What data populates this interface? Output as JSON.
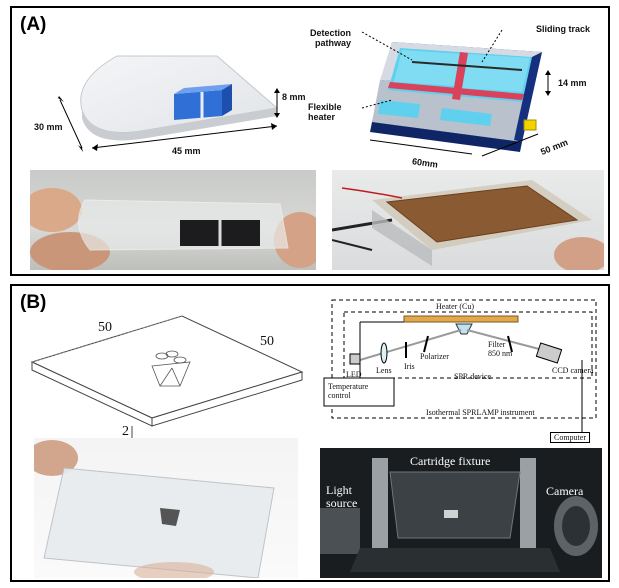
{
  "panel_a": {
    "letter": "(A)",
    "chip": {
      "dim_height": "8 mm",
      "dim_width": "30 mm",
      "dim_length": "45 mm"
    },
    "device": {
      "detection": "Detection\npathway",
      "sliding": "Sliding track",
      "heater": "Flexible\nheater",
      "dim_height": "14 mm",
      "dim_length": "60mm",
      "dim_width": "50 mm"
    }
  },
  "panel_b": {
    "letter": "(B)",
    "drawing": {
      "dim_a": "50",
      "dim_b": "50",
      "dim_c": "2"
    },
    "schematic": {
      "heater": "Heater (Cu)",
      "led": "LED",
      "lens": "Lens",
      "iris": "Iris",
      "polarizer": "Polarizer",
      "filter": "Filter\n850 nm",
      "ccd": "CCD camera",
      "spr_device": "SPR device",
      "temperature": "Temperature\ncontrol",
      "instrument": "Isothermal SPRLAMP instrument",
      "computer": "Computer"
    },
    "photo": {
      "cartridge": "Cartridge fixture",
      "light_source": "Light\nsource",
      "camera": "Camera"
    }
  },
  "colors": {
    "chip_blue": "#2f6fd6",
    "device_cyan": "#5fd0ee",
    "device_navy": "#1c3f9c",
    "heater_red": "#d9425a",
    "connector_yellow": "#f2d300"
  }
}
